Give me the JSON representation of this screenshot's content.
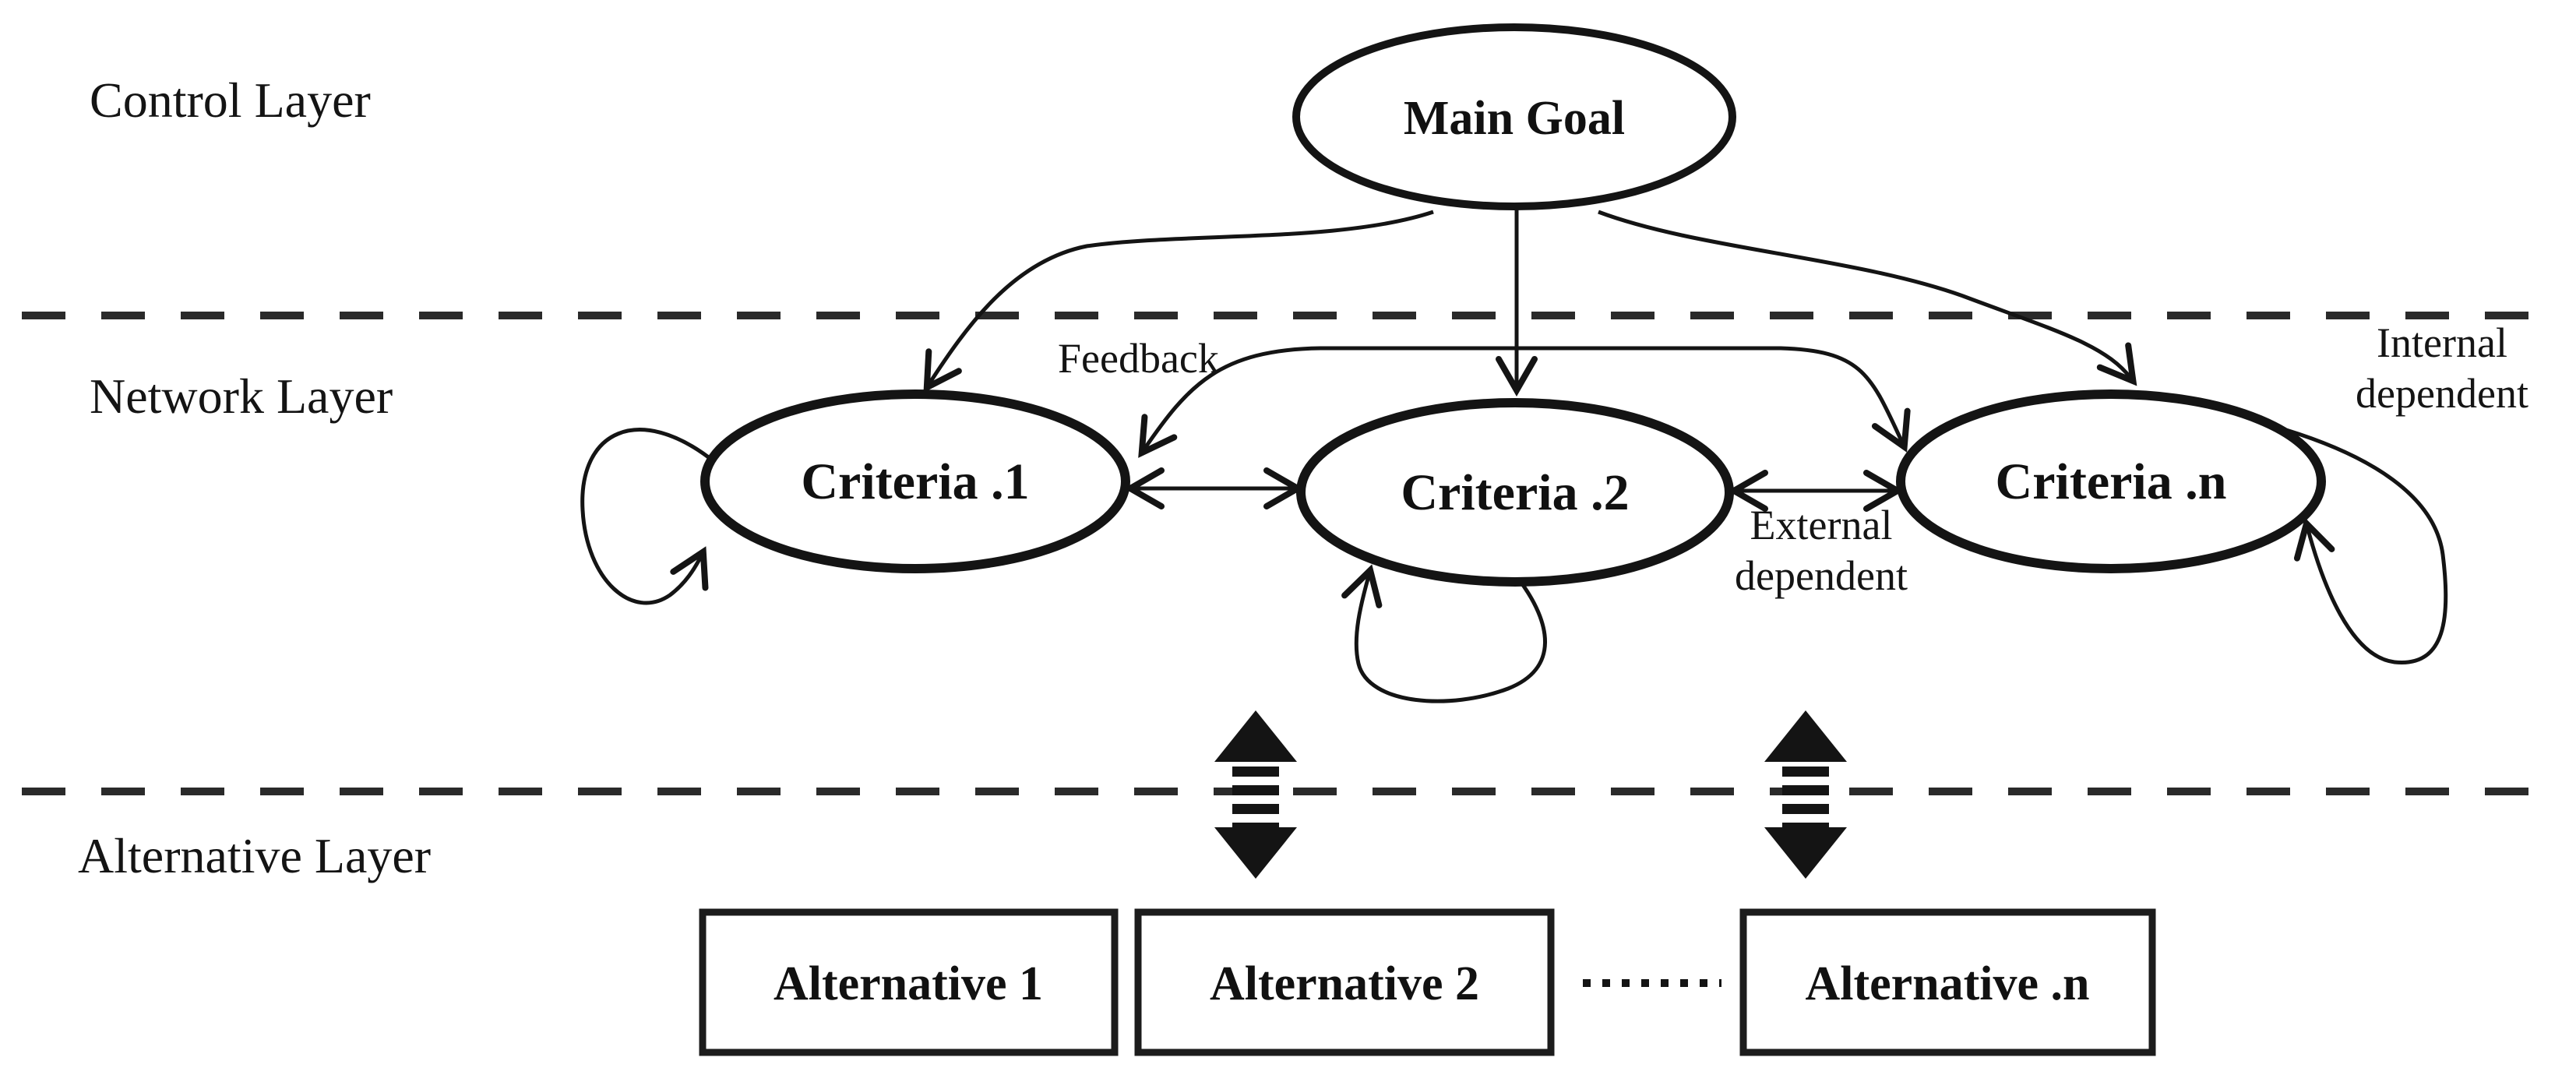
{
  "figure": {
    "background": "#ffffff",
    "ink": "#141414",
    "layers": {
      "control": "Control Layer",
      "network": "Network Layer",
      "alternative": "Alternative Layer"
    },
    "nodes": {
      "main_goal": "Main Goal",
      "criteria_1": "Criteria .1",
      "criteria_2": "Criteria .2",
      "criteria_n": "Criteria .n"
    },
    "annotations": {
      "feedback": "Feedback",
      "external_line1": "External",
      "external_line2": "dependent",
      "internal_line1": "Internal",
      "internal_line2": "dependent"
    },
    "alternatives": [
      "Alternative 1",
      "Alternative 2",
      "Alternative .n"
    ]
  }
}
